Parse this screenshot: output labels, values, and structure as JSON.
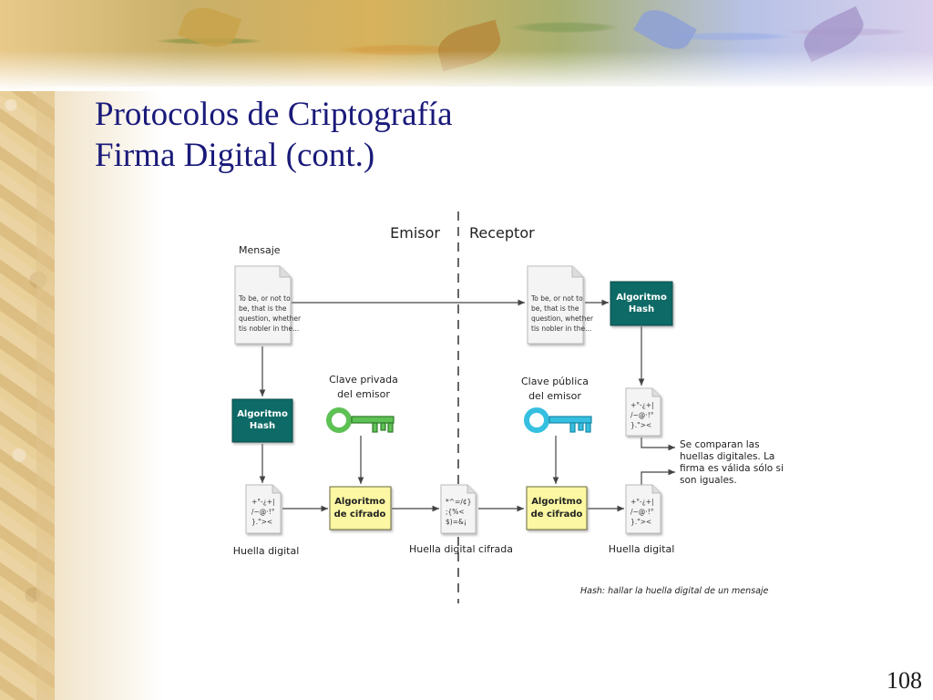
{
  "slide": {
    "title_line1": "Protocolos de Criptografía",
    "title_line2": "Firma Digital (cont.)",
    "page_number": "108"
  },
  "diagram": {
    "emisor_label": "Emisor",
    "receptor_label": "Receptor",
    "mensaje_label": "Mensaje",
    "message_doc": [
      "To be, or not to",
      "be, that is the",
      "question, whether",
      "tis nobler in the..."
    ],
    "hash_box": [
      "Algoritmo",
      "Hash"
    ],
    "cipher_box": [
      "Algoritmo",
      "de cifrado"
    ],
    "private_key_label": [
      "Clave privada",
      "del emisor"
    ],
    "public_key_label": [
      "Clave pública",
      "del emisor"
    ],
    "hash_doc": [
      "+°-¿+|",
      "/~@·!°",
      "}.\"><"
    ],
    "cipher_doc": [
      "*^=/¢}",
      ";{%<",
      "$)=&¡"
    ],
    "huella_digital": "Huella digital",
    "huella_cifrada": "Huella digital cifrada",
    "compare_note": [
      "Se comparan las",
      "huellas digitales. La",
      "firma es válida sólo si",
      "son iguales."
    ],
    "footnote": "Hash: hallar la huella digital de un mensaje"
  },
  "colors": {
    "title": "#1a1a7a",
    "hash_box": "#0d6b66",
    "cipher_box": "#fbf7a2",
    "private_key": "#5ec154",
    "public_key": "#35bfe0"
  }
}
